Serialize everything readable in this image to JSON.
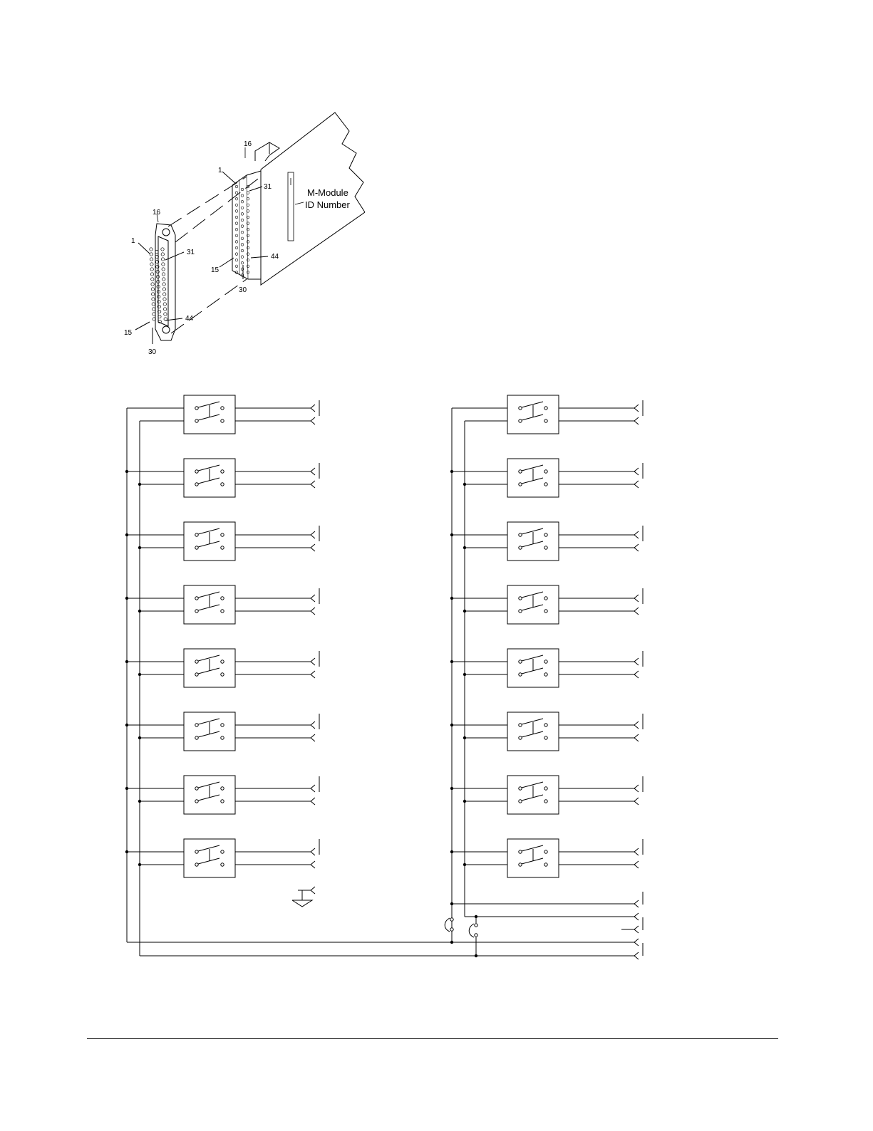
{
  "connector_drawing": {
    "module_label_line1": "M-Module",
    "module_label_line2": "ID Number",
    "plug_pins": {
      "p1": "1",
      "p16": "16",
      "p31": "31",
      "p15": "15",
      "p44": "44",
      "p30": "30"
    },
    "socket_pins": {
      "p1": "1",
      "p16": "16",
      "p31": "31",
      "p15": "15",
      "p44": "44",
      "p30": "30"
    }
  },
  "schematic": {
    "banks": 2,
    "relays_per_bank": 8,
    "stroke_color": "#000000"
  }
}
